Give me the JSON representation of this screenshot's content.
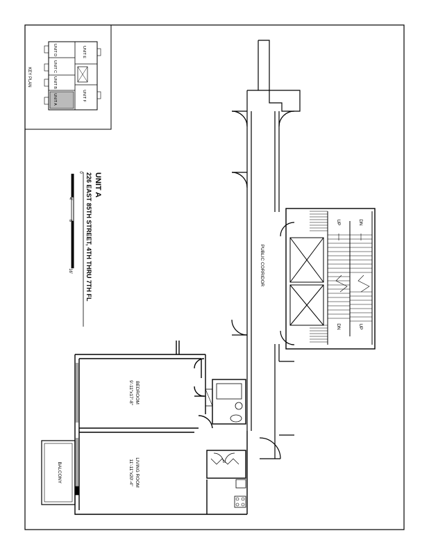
{
  "title": {
    "unit": "UNIT A",
    "address": "226 EAST 85TH STREET, 4TH THRU 7TH FL"
  },
  "scale_labels": [
    "0",
    "4'",
    "8'",
    "16'"
  ],
  "key_plan": {
    "label": "KEY PLAN",
    "units": [
      "UNIT D",
      "UNIT C",
      "UNIT B",
      "UNIT A",
      "UNIT E",
      "UNIT F"
    ]
  },
  "rooms": {
    "corridor": "PUBLIC CORRIDOR",
    "bedroom_name": "BEDROOM",
    "bedroom_dims": "9'-11\"x17'-8\"",
    "living_name": "LIVING ROOM",
    "living_dims": "11'-11\"x20'-4\"",
    "balcony": "BALCONY"
  },
  "stairs": {
    "up_top": "UP",
    "dn_top": "DN",
    "dn_bottom": "DN",
    "up_bottom": "UP"
  }
}
